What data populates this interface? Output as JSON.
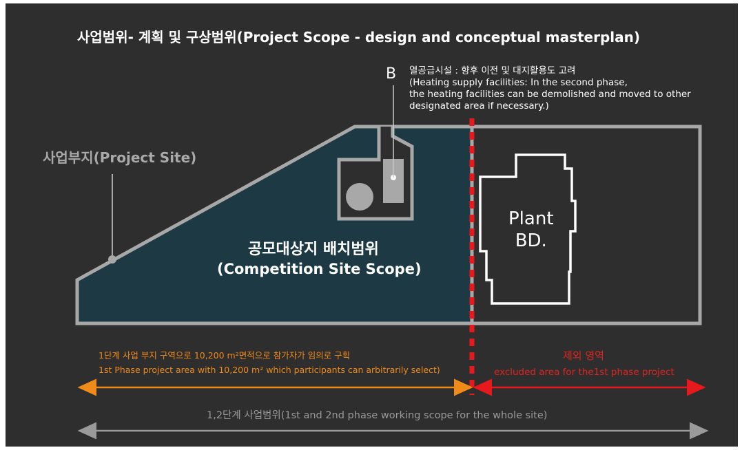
{
  "title": "사업범위-  계획 및 구상범위(Project Scope - design and conceptual masterplan)",
  "facility": {
    "marker": "B",
    "note_lines": [
      "열공급시설 : 향후 이전 및 대지활용도 고려",
      "(Heating supply facilities: In the second phase,",
      "the heating facilities can be demolished and moved to other",
      "designated area if necessary.)"
    ]
  },
  "site_label": "사업부지(Project Site)",
  "competition": {
    "label_ko": "공모대상지 배치범위",
    "label_en": "(Competition Site Scope)"
  },
  "plant": {
    "line1": "Plant",
    "line2": "BD."
  },
  "phase1": {
    "ko": "1단계 사업 부지 구역으로 10,200 m²면적으로 참가자가 임의로 구획",
    "en": "1st Phase project area with 10,200 m² which participants can arbitrarily select)"
  },
  "excluded": {
    "ko": "제외 영역",
    "en": "excluded area for the1st phase project"
  },
  "whole_scope": "1,2단계 사업범위(1st and 2nd phase working scope for the whole site)",
  "colors": {
    "background": "#2e2e2e",
    "competition_fill": "#1d3a44",
    "site_outline": "#a8a8a8",
    "boundary_red": "#e8191c",
    "phase1_orange": "#f08a19",
    "whole_scope_grey": "#9a9a9a"
  }
}
